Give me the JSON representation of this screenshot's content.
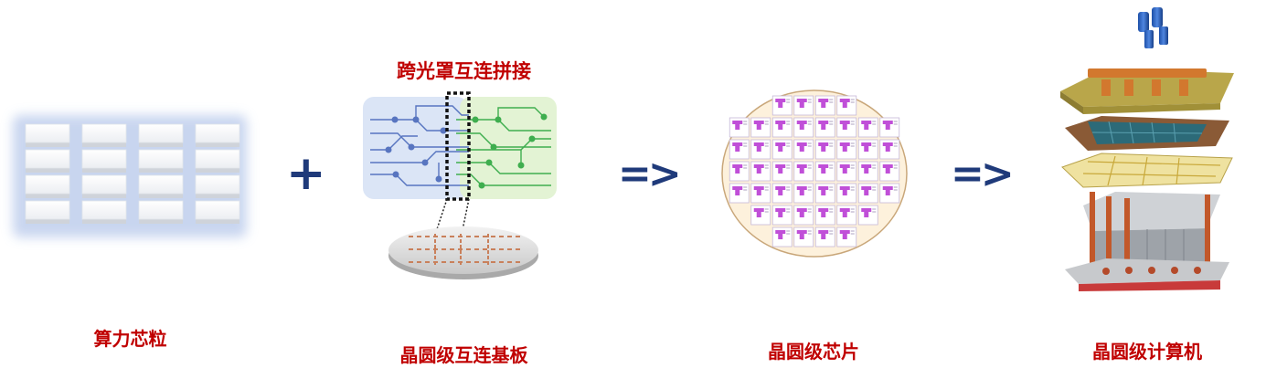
{
  "stages": [
    {
      "id": "chiplets",
      "label": "算力芯粒"
    },
    {
      "id": "substrate",
      "label": "晶圆级互连基板"
    },
    {
      "id": "wafer_chip",
      "label": "晶圆级芯片"
    },
    {
      "id": "wafer_computer",
      "label": "晶圆级计算机"
    }
  ],
  "annotation": "跨光罩互连拼接",
  "operators": {
    "plus": "+",
    "arrow1": "=>",
    "arrow2": "=>"
  },
  "colors": {
    "caption": "#c00000",
    "operator": "#1f3a7a",
    "panel_blue": "#dbe5f6",
    "panel_green": "#e3f3d4",
    "wafer_fill": "#fdf1dc",
    "die_magenta": "#c04fd8"
  }
}
